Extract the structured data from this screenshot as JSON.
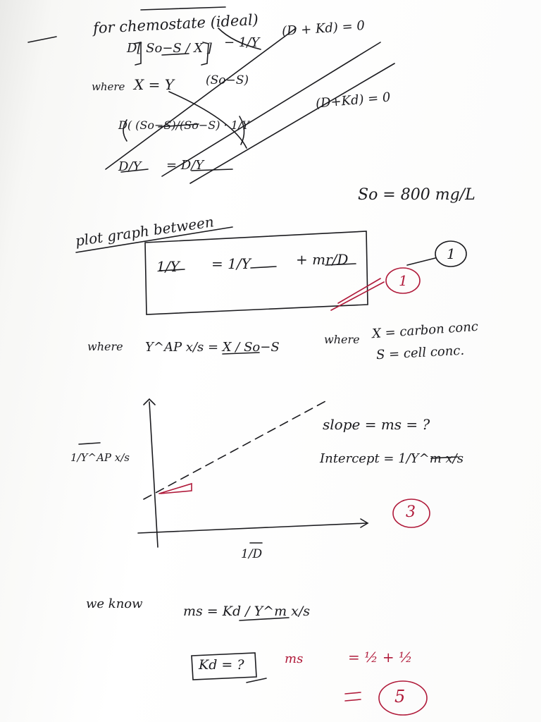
{
  "notes": {
    "heading": "for chemostate (ideal)",
    "eq1_lhs": "D[ So−S / X ]",
    "eq1_rhs": "− 1/Y",
    "eq1_tail": "(D + Kd) = 0",
    "where1": "where",
    "eq2": "X = Y",
    "eq2_tail": "(So−S)",
    "eq3_lhs": "D( (So−S)/(So−S) · 1/Y",
    "eq3_tail": "(D+Kd) = 0",
    "eq4": "D/Y",
    "eq4_rhs": "= D/Y",
    "so_value": "So = 800 mg/L",
    "plot_heading": "plot graph between",
    "boxed_eq_lhs": "1/Y",
    "boxed_eq_mid": "= 1/Y",
    "boxed_eq_rhs": "+ mr/D",
    "circle_1a": "1",
    "circle_1b": "1",
    "where2": "where",
    "yap_def": "Y^AP x/s = X / So−S",
    "where3": "where",
    "x_def": "X = carbon conc",
    "s_def": "S = cell conc.",
    "y_axis_label": "1/Y^AP x/s",
    "x_axis_label": "1/D",
    "slope_label": "slope = ms = ?",
    "intercept_label": "Intercept = 1/Y^m x/s",
    "circle_3": "3",
    "we_know": "we know",
    "ms_eq": "ms = Kd / Y^m x/s",
    "kd_box": "Kd = ?",
    "ms_red": "ms",
    "ms_red_eq": "= ½ + ½",
    "circle_5": "5"
  },
  "colors": {
    "ink": "#1b1b1f",
    "red": "#b01a3a"
  }
}
